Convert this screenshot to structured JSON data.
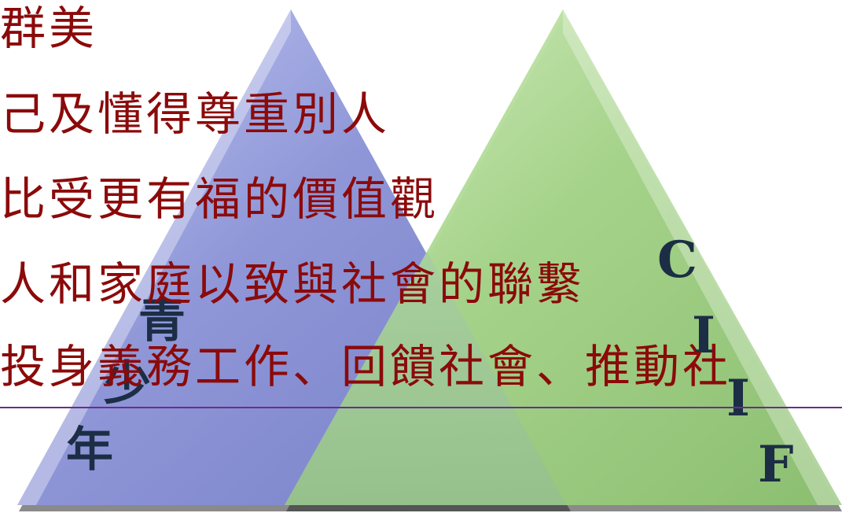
{
  "slide": {
    "lines": [
      "群美",
      "己及懂得尊重別人",
      "比受更有福的價值觀",
      "人和家庭以致與社會的聯繫",
      "投身義務工作、回饋社會、推動社"
    ]
  },
  "left_triangle": {
    "label_chars": [
      "青",
      "少",
      "年"
    ],
    "color": "#8f97d8"
  },
  "right_triangle": {
    "label_chars": [
      "C",
      "I",
      "I",
      "F"
    ],
    "color": "#a6d58a"
  },
  "colors": {
    "text": "#8b0a0a",
    "rule": "#6a2d8f",
    "triangle_label": "#1c2e45"
  }
}
